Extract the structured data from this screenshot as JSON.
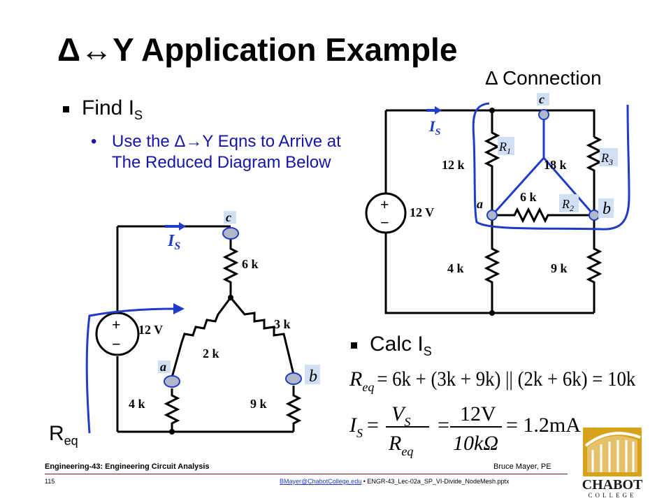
{
  "title": "Δ↔Y Application Example",
  "connection_label": "Δ Connection",
  "bullets": {
    "find": {
      "main": "Find I",
      "sub": "S"
    },
    "use_text": "Use the Δ→Y Eqns to Arrive at The Reduced Diagram Below",
    "calc": {
      "main": "Calc I",
      "sub": "S"
    }
  },
  "req_label": {
    "main": "R",
    "sub": "eq"
  },
  "left_circuit": {
    "source": "12 V",
    "plus": "+",
    "minus": "−",
    "current": "I",
    "current_sub": "S",
    "r_top": "6 k",
    "r_left": "2 k",
    "r_right": "3 k",
    "r_bl": "4 k",
    "r_br": "9 k",
    "node_a": "a",
    "node_b": "b",
    "node_c": "c"
  },
  "right_circuit": {
    "source": "12 V",
    "plus": "+",
    "minus": "−",
    "current": "I",
    "current_sub": "S",
    "r1_value": "12 k",
    "r3_value": "18 k",
    "r2_value": "6 k",
    "r_bl": "4 k",
    "r_br": "9 k",
    "r1_label": "R",
    "r1_sub": "1",
    "r2_label": "R",
    "r2_sub": "2",
    "r3_label": "R",
    "r3_sub": "3",
    "node_a": "a",
    "node_b": "b",
    "node_c": "c"
  },
  "equations": {
    "req_lhs": "R",
    "req_lhs_sub": "eq",
    "req_rhs": "= 6k + (3k + 9k) || (2k + 6k) = 10k",
    "is_lhs": "I",
    "is_lhs_sub": "S",
    "frac1_num": "V",
    "frac1_num_sub": "S",
    "frac1_den": "R",
    "frac1_den_sub": "eq",
    "frac2_num": "12V",
    "frac2_den": "10kΩ",
    "result": "= 1.2mA"
  },
  "footer": {
    "course": "Engineering-43: Engineering Circuit Analysis",
    "author": "Bruce Mayer, PE",
    "page": "115",
    "email": "BMayer@ChabotCollege.edu",
    "file": "• ENGR-43_Lec-02a_SP_VI-Divide_NodeMesh.pptx"
  },
  "logo": {
    "name": "CHABOT",
    "sub": "COLLEGE"
  },
  "colors": {
    "ink": "#000000",
    "blue_annot": "#1e3cc8",
    "sub_text": "#1515aa",
    "node_fill": "#b0b8c8",
    "label_bg": "#cfe0f5",
    "footer_rule": "#7a1a1a",
    "logo_gold": "#d8a21a"
  }
}
